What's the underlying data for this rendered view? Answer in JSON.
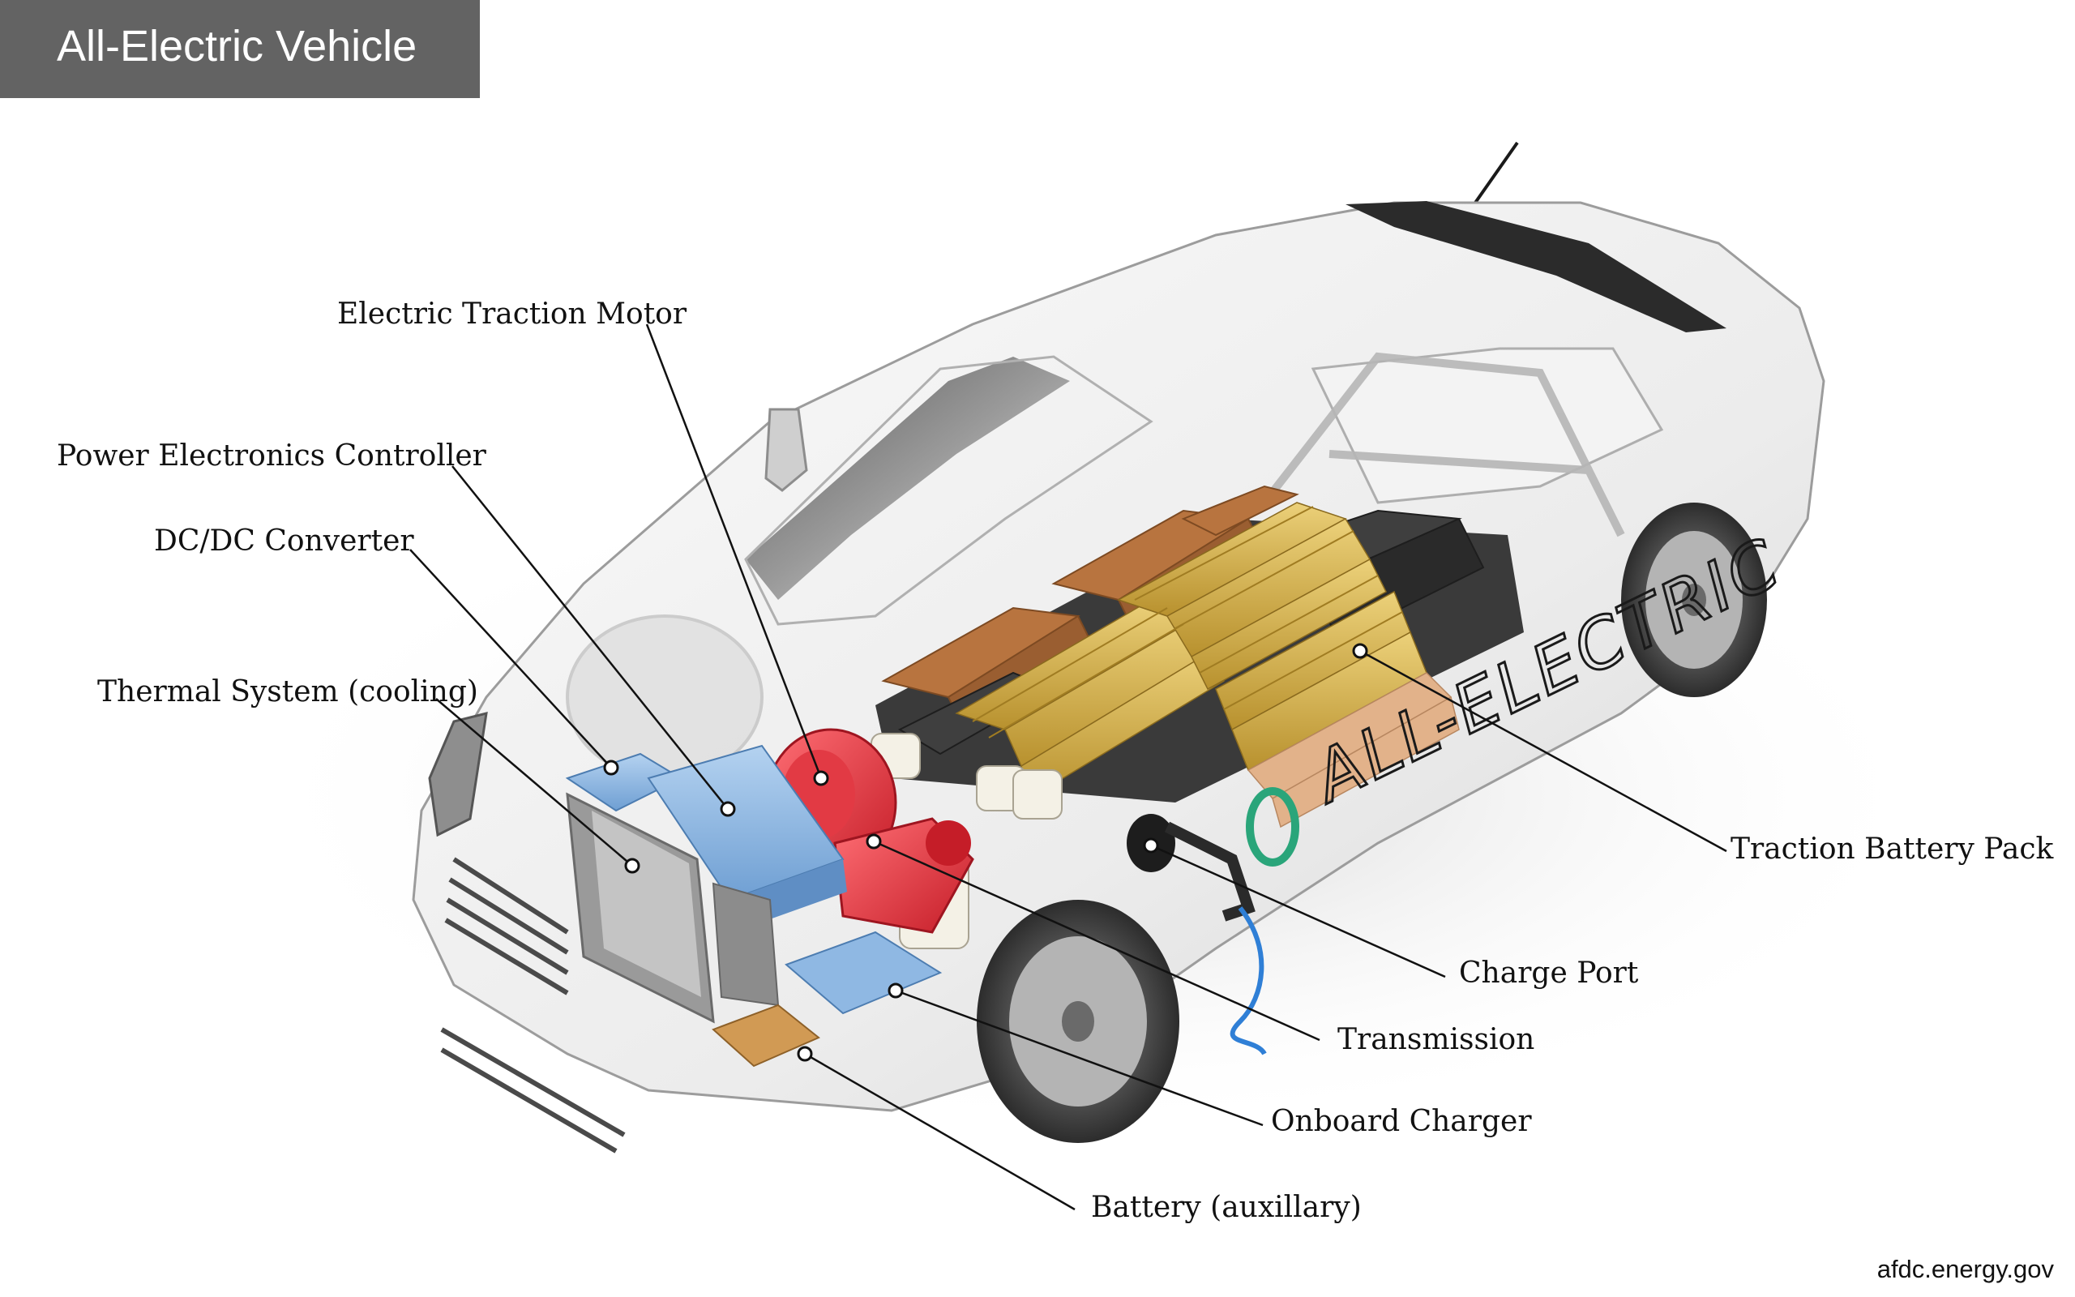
{
  "title": "All-Electric Vehicle",
  "source": "afdc.energy.gov",
  "car_decal": "ALL-ELECTRIC",
  "labels": {
    "electric_traction_motor": "Electric Traction Motor",
    "power_electronics_controller": "Power Electronics Controller",
    "dc_dc_converter": "DC/DC Converter",
    "thermal_system": "Thermal System (cooling)",
    "traction_battery_pack": "Traction Battery Pack",
    "charge_port": "Charge Port",
    "transmission": "Transmission",
    "onboard_charger": "Onboard Charger",
    "battery_auxiliary": "Battery (auxillary)"
  },
  "colors": {
    "title_bar": "#636363",
    "motor": "#e8323c",
    "converter": "#8fb8e3",
    "battery_cells": "#d4b24c",
    "battery_modules": "#b8743f",
    "body": "#f0f0f0"
  }
}
